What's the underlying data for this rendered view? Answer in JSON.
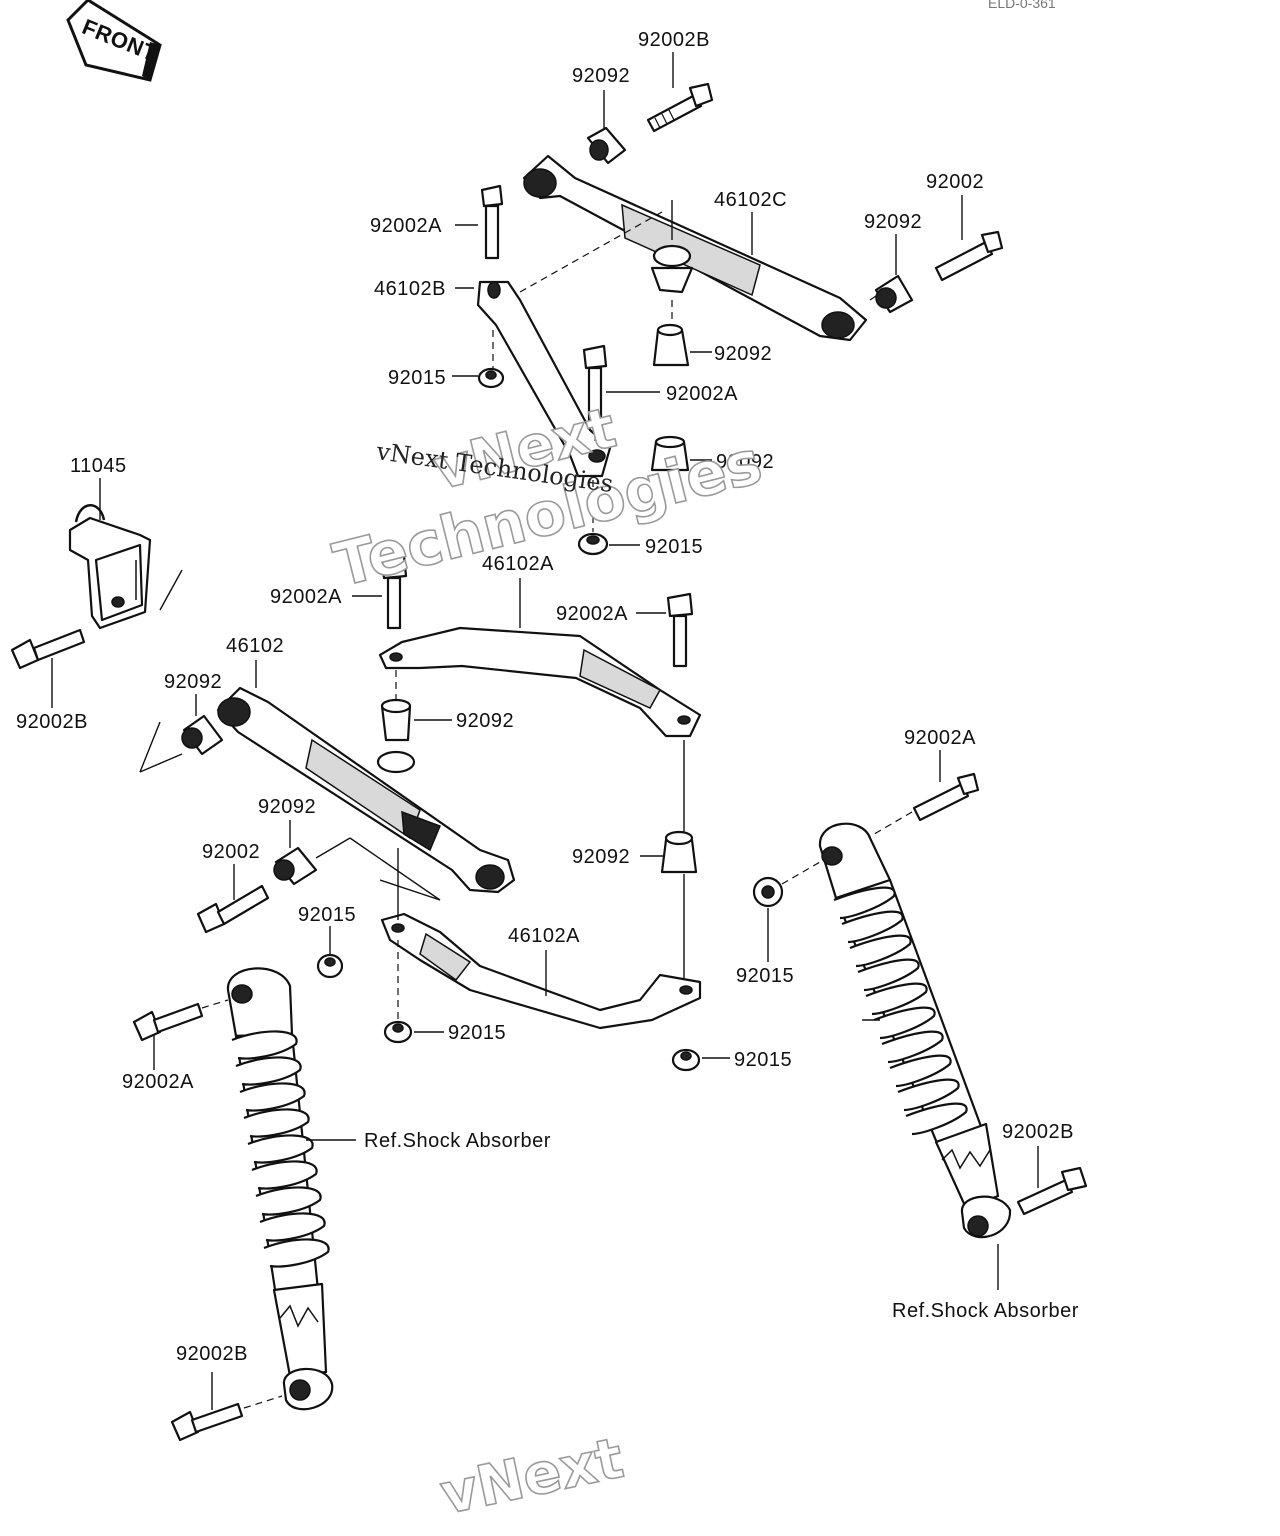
{
  "front_tag": "FRONT",
  "watermarks": {
    "main_line1": "vNext",
    "main_line2": "Technologies",
    "secondary": "vNext Technologies",
    "bottom": "vNext",
    "top_right": "ELD-0-361"
  },
  "labels": {
    "p_92002B_top": "92002B",
    "p_92092_top": "92092",
    "p_92002_right": "92002",
    "p_46102C": "46102C",
    "p_92092_right": "92092",
    "p_92002A_upper": "92002A",
    "p_46102B": "46102B",
    "p_92092_center": "92092",
    "p_92015_left": "92015",
    "p_92002A_center": "92002A",
    "p_92092_mid": "92092",
    "p_92015_mid": "92015",
    "p_11045": "11045",
    "p_92002B_left": "92002B",
    "p_46102A_upper": "46102A",
    "p_92002A_leftmid": "92002A",
    "p_92002A_rightmid": "92002A",
    "p_46102": "46102",
    "p_92092_left": "92092",
    "p_92092_below46102A": "92092",
    "p_92002A_rightshock": "92002A",
    "p_92092_lowerleft": "92092",
    "p_92002_lowerleft": "92002",
    "p_92092_rightlower": "92092",
    "p_92015_lowerleft": "92015",
    "p_46102A_lower": "46102A",
    "p_92015_rightshock": "92015",
    "p_92002A_leftshock": "92002A",
    "p_92015_bottomcenter": "92015",
    "p_92015_bottomright": "92015",
    "p_ref_shock_left": "Ref.Shock Absorber",
    "p_92002B_rightshock": "92002B",
    "p_ref_shock_right": "Ref.Shock Absorber",
    "p_92002B_leftshock": "92002B"
  }
}
